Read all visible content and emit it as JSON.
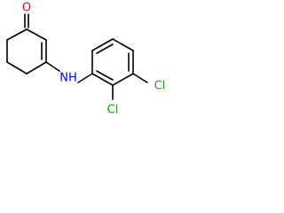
{
  "molecule": {
    "atoms": {
      "oxygen": {
        "label": "O",
        "color": "#ff0000"
      },
      "amine": {
        "label": "NH",
        "color": "#0000ff"
      },
      "chlorine_top": {
        "label": "Cl",
        "color": "#00b000"
      },
      "chlorine_bottom": {
        "label": "Cl",
        "color": "#00b000"
      }
    }
  }
}
